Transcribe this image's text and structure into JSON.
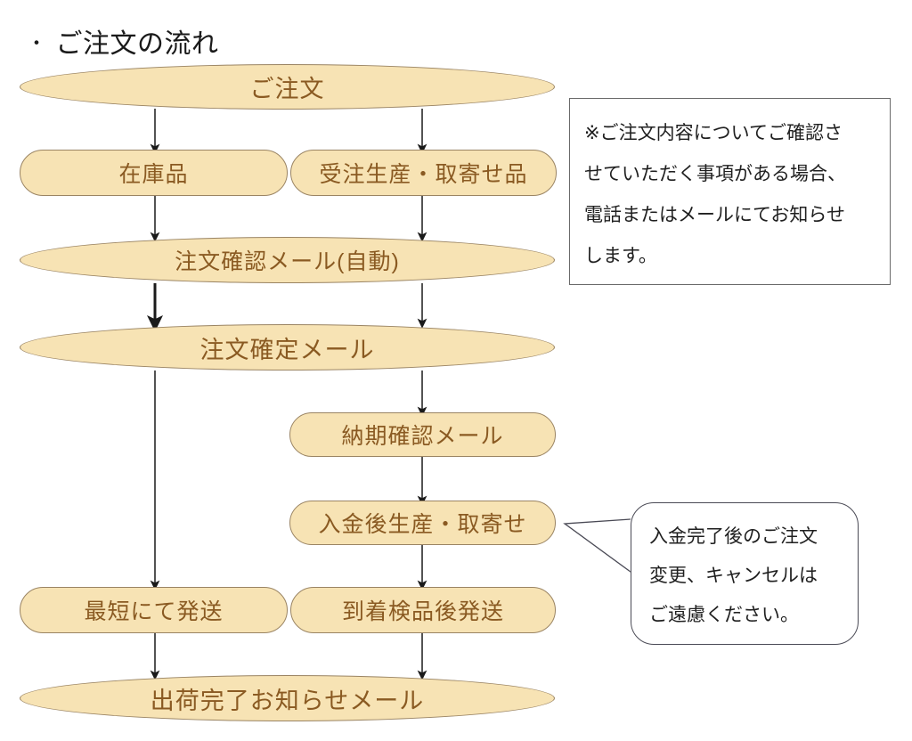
{
  "heading": {
    "bullet": "・",
    "text": "ご注文の流れ"
  },
  "colors": {
    "node_fill": "#F7E3B4",
    "node_stroke": "#9a8463",
    "node_text": "#8a5a22",
    "arrow": "#1a1a1a",
    "note_border": "#6a6a6a",
    "bubble_border": "#4a4a55",
    "background": "#ffffff"
  },
  "nodes": [
    {
      "id": "order",
      "label": "ご注文"
    },
    {
      "id": "in-stock",
      "label": "在庫品"
    },
    {
      "id": "made-to-order",
      "label": "受注生産・取寄せ品"
    },
    {
      "id": "order-confirm-auto",
      "label": "注文確認メール(自動)"
    },
    {
      "id": "order-fixed",
      "label": "注文確定メール"
    },
    {
      "id": "delivery-confirm",
      "label": "納期確認メール"
    },
    {
      "id": "after-payment",
      "label": "入金後生産・取寄せ"
    },
    {
      "id": "fastest-ship",
      "label": "最短にて発送"
    },
    {
      "id": "inspect-ship",
      "label": "到着検品後発送"
    },
    {
      "id": "shipped-notice",
      "label": "出荷完了お知らせメール"
    }
  ],
  "note_box": {
    "lines": [
      "※ご注文内容についてご確認さ",
      "せていただく事項がある場合、",
      "電話またはメールにてお知らせ",
      "します。"
    ]
  },
  "speech_bubble": {
    "lines": [
      "入金完了後のご注文",
      "変更、キャンセルは",
      "ご遠慮ください。"
    ]
  },
  "connectors": [
    {
      "id": "order-to-in-stock",
      "from": "order",
      "to": "in-stock"
    },
    {
      "id": "order-to-made-to-order",
      "from": "order",
      "to": "made-to-order"
    },
    {
      "id": "in-stock-to-confirm-auto",
      "from": "in-stock",
      "to": "order-confirm-auto"
    },
    {
      "id": "made-to-order-to-confirm-auto",
      "from": "made-to-order",
      "to": "order-confirm-auto"
    },
    {
      "id": "confirm-auto-to-fixed-left",
      "from": "order-confirm-auto",
      "to": "order-fixed"
    },
    {
      "id": "confirm-auto-to-fixed-right",
      "from": "order-confirm-auto",
      "to": "order-fixed"
    },
    {
      "id": "fixed-to-delivery-confirm",
      "from": "order-fixed",
      "to": "delivery-confirm"
    },
    {
      "id": "delivery-confirm-to-after-payment",
      "from": "delivery-confirm",
      "to": "after-payment"
    },
    {
      "id": "fixed-to-fastest-ship",
      "from": "order-fixed",
      "to": "fastest-ship"
    },
    {
      "id": "after-payment-to-inspect-ship",
      "from": "after-payment",
      "to": "inspect-ship"
    },
    {
      "id": "fastest-ship-to-shipped-notice",
      "from": "fastest-ship",
      "to": "shipped-notice"
    },
    {
      "id": "inspect-ship-to-shipped-notice",
      "from": "inspect-ship",
      "to": "shipped-notice"
    }
  ]
}
